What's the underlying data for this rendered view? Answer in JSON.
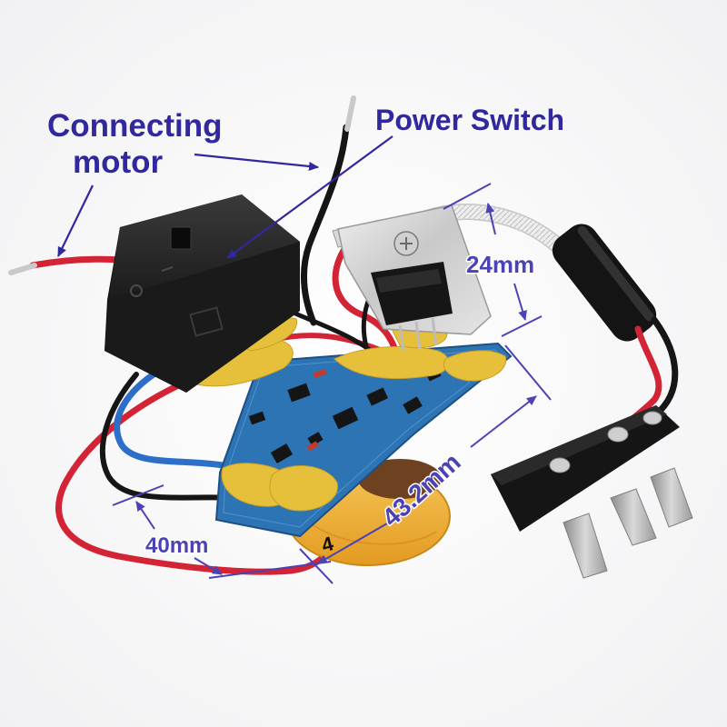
{
  "labels": {
    "connecting_motor_line1": "Connecting",
    "connecting_motor_line2": "motor",
    "power_switch": "Power Switch"
  },
  "dimensions": {
    "heatsink_height": "24mm",
    "board_width": "40mm",
    "board_length": "43.2mm"
  },
  "markings": {
    "coil_number": "4"
  },
  "colors": {
    "label_text": "#30289c",
    "dimension_text": "#4a42b5",
    "wire_red": "#d32436",
    "wire_black": "#161616",
    "wire_blue": "#2d6fc8",
    "pcb_blue": "#2d74b5",
    "glue_yellow": "#e6c03b",
    "coil_orange": "#f1b638",
    "background": "#ffffff"
  }
}
